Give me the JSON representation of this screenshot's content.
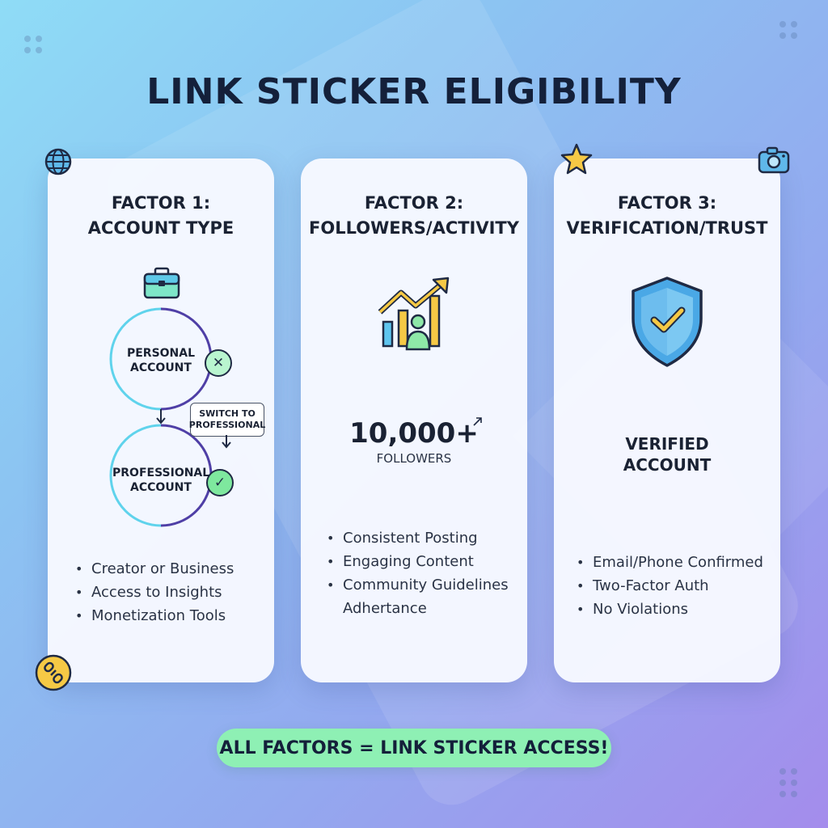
{
  "title": "LINK STICKER ELIGIBILITY",
  "cards": [
    {
      "heading_line1": "FACTOR 1:",
      "heading_line2": "ACCOUNT TYPE",
      "personal_line1": "PERSONAL",
      "personal_line2": "ACCOUNT",
      "professional_line1": "PROFESSIONAL",
      "professional_line2": "ACCOUNT",
      "callout_line1": "SWITCH TO",
      "callout_line2": "PROFESSIONAL",
      "bullets": [
        "Creator or Business",
        "Access to Insights",
        "Monetization Tools"
      ]
    },
    {
      "heading_line1": "FACTOR 2:",
      "heading_line2": "FOLLOWERS/ACTIVITY",
      "stat_value": "10,000+",
      "stat_label": "FOLLOWERS",
      "bullets": [
        "Consistent Posting",
        "Engaging Content",
        "Community Guidelines Adhertance"
      ]
    },
    {
      "heading_line1": "FACTOR 3:",
      "heading_line2": "VERIFICATION/TRUST",
      "verified_line1": "VERIFIED",
      "verified_line2": "ACCOUNT",
      "bullets": [
        "Email/Phone Confirmed",
        "Two-Factor Auth",
        "No Violations"
      ]
    }
  ],
  "footer": "ALL FACTORS = LINK STICKER ACCESS!",
  "icons": [
    "globe-icon",
    "star-icon",
    "camera-icon",
    "link-icon",
    "briefcase-icon",
    "growth-chart-icon",
    "shield-check-icon",
    "x-icon",
    "check-icon",
    "trend-arrow-icon"
  ],
  "colors": {
    "accent_green": "#8ef0b4",
    "accent_cyan": "#5fd3ec",
    "accent_purple": "#4f3fa6",
    "star_yellow": "#f6c945",
    "shield_blue": "#5ab4ee"
  }
}
